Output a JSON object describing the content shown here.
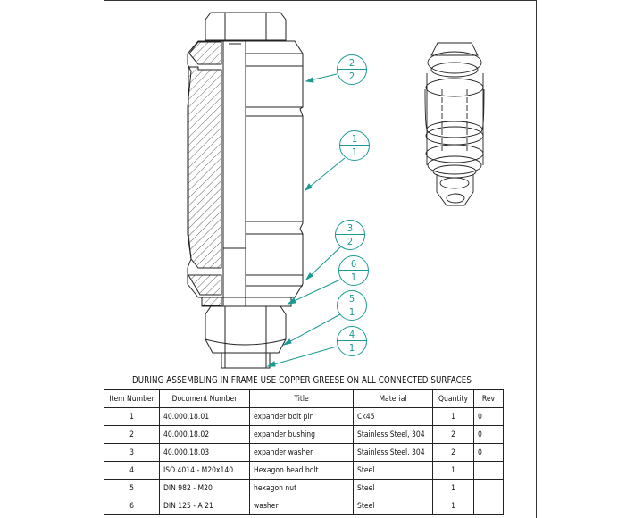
{
  "note": "DURING ASSEMBLING IN FRAME USE COPPER GREESE ON ALL CONNECTED SURFACES",
  "colors": {
    "balloon": "#1a9a92",
    "line": "#222222"
  },
  "balloons": [
    {
      "item": "2",
      "qty": "2"
    },
    {
      "item": "1",
      "qty": "1"
    },
    {
      "item": "3",
      "qty": "2"
    },
    {
      "item": "6",
      "qty": "1"
    },
    {
      "item": "5",
      "qty": "1"
    },
    {
      "item": "4",
      "qty": "1"
    }
  ],
  "bom": {
    "headers": [
      "Item Number",
      "Document Number",
      "Title",
      "Material",
      "Quantity",
      "Rev"
    ],
    "rows": [
      [
        "1",
        "40.000.18.01",
        "expander bolt pin",
        "Ck45",
        "1",
        "0"
      ],
      [
        "2",
        "40.000.18.02",
        "expander bushing",
        "Stainless Steel, 304",
        "2",
        "0"
      ],
      [
        "3",
        "40.000.18.03",
        "expander washer",
        "Stainless Steel, 304",
        "2",
        "0"
      ],
      [
        "4",
        "ISO 4014 - M20x140",
        "Hexagon head bolt",
        "Steel",
        "1",
        ""
      ],
      [
        "5",
        "DIN 982 - M20",
        "hexagon nut",
        "Steel",
        "1",
        ""
      ],
      [
        "6",
        "DIN 125 - A 21",
        "washer",
        "Steel",
        "1",
        ""
      ]
    ]
  }
}
